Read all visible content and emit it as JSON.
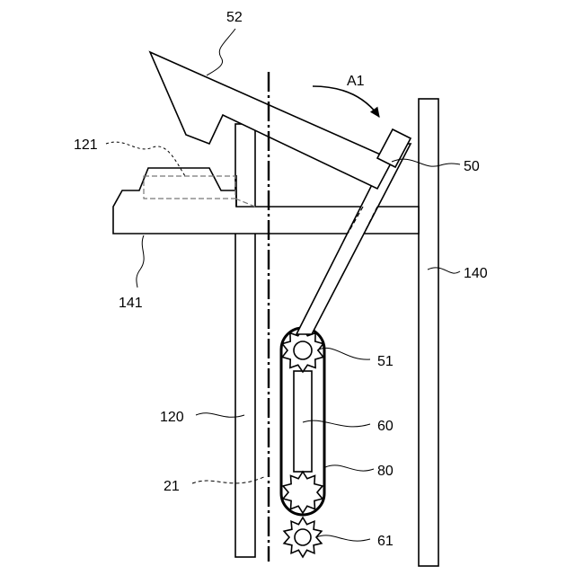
{
  "labels": {
    "l52": "52",
    "lA1": "A1",
    "l121": "121",
    "l50": "50",
    "l141": "141",
    "l140": "140",
    "l51": "51",
    "l120": "120",
    "l60": "60",
    "l21": "21",
    "l80": "80",
    "l61": "61"
  }
}
